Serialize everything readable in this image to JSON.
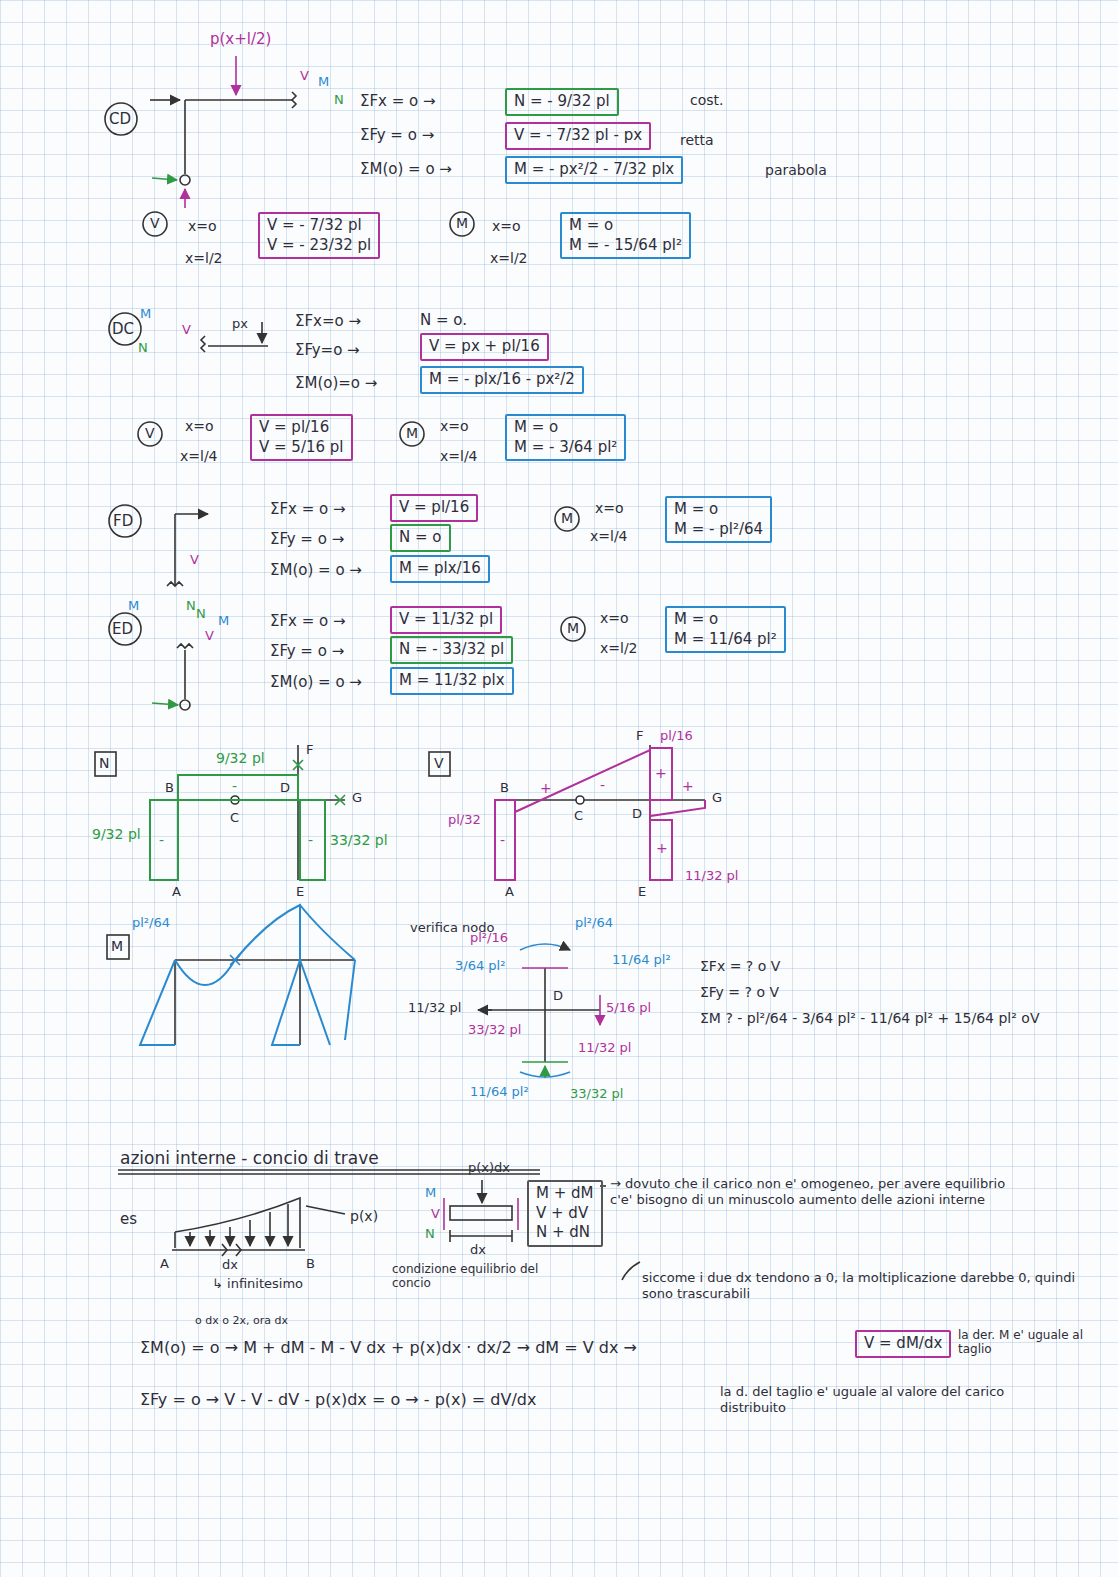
{
  "diagram": {
    "nodes": [
      {
        "text": [
          "N = - 9/32 pl"
        ]
      },
      {
        "text": [
          "V = - 7/32 pl - px"
        ]
      },
      {
        "text": [
          "M = - px²/2 - 7/32 plx"
        ]
      },
      {
        "text": [
          "V = - 7/32 pl",
          "V = - 23/32 pl"
        ]
      },
      {
        "text": [
          "M = o",
          "M = - 15/64 pl²"
        ]
      },
      {
        "text": [
          "V = px + pl/16"
        ]
      },
      {
        "text": [
          "M = - plx/16 - px²/2"
        ]
      },
      {
        "text": [
          "V = pl/16",
          "V = 5/16 pl"
        ]
      },
      {
        "text": [
          "M = o",
          "M = - 3/64 pl²"
        ]
      },
      {
        "text": [
          "V = pl/16"
        ]
      },
      {
        "text": [
          "N = o"
        ]
      },
      {
        "text": [
          "M = plx/16"
        ]
      },
      {
        "text": [
          "M = o",
          "M = - pl²/64"
        ]
      },
      {
        "text": [
          "V = 11/32 pl"
        ]
      },
      {
        "text": [
          "N = - 33/32 pl"
        ]
      },
      {
        "text": [
          "M = 11/32 plx"
        ]
      },
      {
        "text": [
          "M = o",
          "M = 11/64 pl²"
        ]
      },
      {
        "text": [
          "M + dM",
          "V + dV",
          "N + dN"
        ]
      },
      {
        "text": [
          "V = dM/dx"
        ]
      }
    ],
    "labels": [
      "p(x+l/2)",
      "V",
      "M",
      "N",
      "CD",
      "ΣFx = o →",
      "cost.",
      "ΣFy = o →",
      "retta",
      "ΣM(o) = o →",
      "parabola",
      "V",
      "x=o",
      "x=l/2",
      "M",
      "x=o",
      "x=l/2",
      "DC",
      "M",
      "N",
      "V",
      "px",
      "ΣFx=o →",
      "N = o.",
      "ΣFy=o →",
      "ΣM(o)=o →",
      "V",
      "x=o",
      "x=l/4",
      "M",
      "x=o",
      "x=l/4",
      "FD",
      "V",
      "M",
      "N",
      "ΣFx = o →",
      "ΣFy = o →",
      "ΣM(o) = o →",
      "M",
      "x=o",
      "x=l/4",
      "ED",
      "N",
      "M",
      "V",
      "ΣFx = o →",
      "ΣFy = o →",
      "ΣM(o) = o →",
      "M",
      "x=o",
      "x=l/2",
      "N",
      "9/32 pl",
      "-",
      "B",
      "C",
      "D",
      "F",
      "G",
      "9/32 pl",
      "-",
      "33/32 pl",
      "-",
      "A",
      "E",
      "V",
      "F",
      "pl/16",
      "+",
      "G",
      "B",
      "C",
      "D",
      "+",
      "-",
      "+",
      "pl/32",
      "-",
      "A",
      "E",
      "+",
      "11/32 pl",
      "M",
      "pl²/64",
      "verifica nodo",
      "pl²/64",
      "pl²/16",
      "11/64 pl²",
      "3/64 pl²",
      "11/32 pl",
      "5/16 pl",
      "D",
      "33/32 pl",
      "11/32 pl",
      "11/64 pl²",
      "33/32 pl",
      "ΣFx = ?  o V",
      "ΣFy = ?  o V",
      "ΣM  ? - pl²/64 - 3/64 pl² - 11/64 pl² + 15/64 pl²  oV",
      "azioni interne - concio di trave",
      "es",
      "p(x)",
      "A",
      "dx",
      "B",
      "↳ infinitesimo",
      "p(x)dx",
      "M",
      "V",
      "N",
      "dx",
      "condizione equilibrio del concio",
      "→ dovuto che il carico non e' omogeneo, per avere equilibrio c'e' bisogno di un minuscolo aumento delle azioni interne",
      "siccome i due dx tendono a 0, la moltiplicazione darebbe 0, quindi sono trascurabili",
      "o dx o 2x, ora dx",
      "ΣM(o) = o → M + dM - M - V dx + p(x)dx · dx/2 → dM = V dx →",
      "la der. M e' uguale al taglio",
      "ΣFy = o → V - V - dV - p(x)dx = o → - p(x) = dV/dx",
      "la d. del taglio e' uguale al valore del carico distribuito"
    ]
  }
}
